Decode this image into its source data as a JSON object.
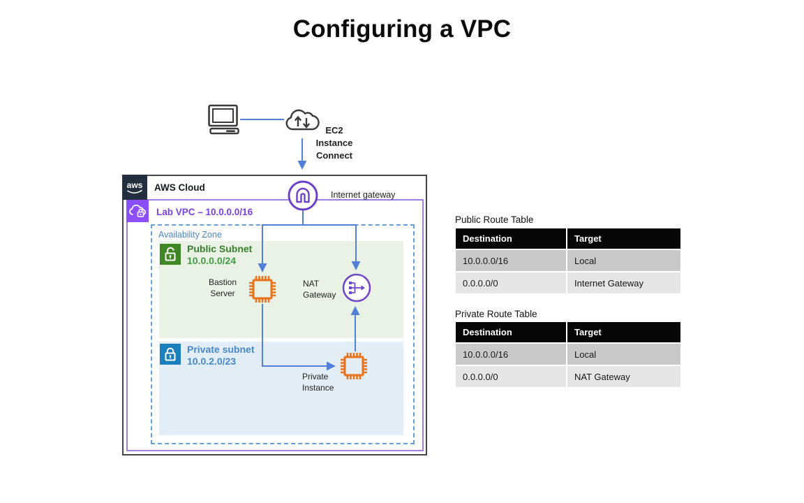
{
  "title": "Configuring a VPC",
  "colors": {
    "arrow_blue": "#5180d8",
    "igw_purple": "#6b3fc8",
    "nat_purple": "#7048c8",
    "vpc_purple": "#8c4fff",
    "vpc_border_purple": "#9e80e4",
    "public_green": "#3f8624",
    "private_blue": "#1b7fbc",
    "compute_orange": "#e8731a",
    "aws_navy": "#232f3e",
    "az_dashed_blue": "#64a0dc",
    "public_subnet_bg": "#e9f2e5",
    "private_subnet_bg": "#e2edf5",
    "table_header_bg": "#060606",
    "table_row1_bg": "#c9c9c9",
    "table_row2_bg": "#e6e6e6"
  },
  "diagram": {
    "connection_label": {
      "line1": "EC2",
      "line2": "Instance",
      "line3": "Connect"
    },
    "aws_cloud": {
      "label": "AWS Cloud",
      "logo_text": "aws"
    },
    "internet_gateway": {
      "label": "Internet gateway"
    },
    "vpc": {
      "label": "Lab VPC – 10.0.0.0/16"
    },
    "availability_zone": {
      "label": "Availability Zone"
    },
    "public_subnet": {
      "name": "Public Subnet",
      "cidr": "10.0.0.0/24"
    },
    "private_subnet": {
      "name": "Private subnet",
      "cidr": "10.0.2.0/23"
    },
    "bastion": {
      "line1": "Bastion",
      "line2": "Server"
    },
    "nat_gateway": {
      "line1": "NAT",
      "line2": "Gateway"
    },
    "private_instance": {
      "line1": "Private",
      "line2": "Instance"
    }
  },
  "route_tables": [
    {
      "title": "Public Route Table",
      "headers": {
        "destination": "Destination",
        "target": "Target"
      },
      "rows": [
        {
          "destination": "10.0.0.0/16",
          "target": "Local"
        },
        {
          "destination": "0.0.0.0/0",
          "target": "Internet Gateway"
        }
      ]
    },
    {
      "title": "Private Route Table",
      "headers": {
        "destination": "Destination",
        "target": "Target"
      },
      "rows": [
        {
          "destination": "10.0.0.0/16",
          "target": "Local"
        },
        {
          "destination": "0.0.0.0/0",
          "target": "NAT Gateway"
        }
      ]
    }
  ]
}
